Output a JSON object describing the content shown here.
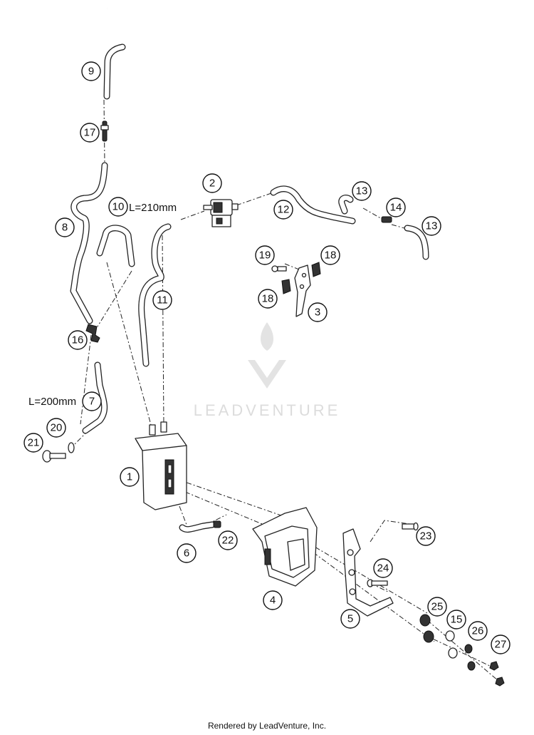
{
  "callouts": {
    "c1": "1",
    "c2": "2",
    "c3": "3",
    "c4": "4",
    "c5": "5",
    "c6": "6",
    "c7": "7",
    "c8": "8",
    "c9": "9",
    "c10": "10",
    "c11": "11",
    "c12": "12",
    "c13a": "13",
    "c13b": "13",
    "c14": "14",
    "c15": "15",
    "c16": "16",
    "c17": "17",
    "c18a": "18",
    "c18b": "18",
    "c19": "19",
    "c20": "20",
    "c21": "21",
    "c22": "22",
    "c23": "23",
    "c24": "24",
    "c25": "25",
    "c26": "26",
    "c27": "27"
  },
  "annotations": {
    "hose_10_length": "L=210mm",
    "hose_7_length": "L=200mm"
  },
  "watermark": {
    "brand": "LEADVENTURE",
    "icon": "flame-v-logo"
  },
  "footer": {
    "text": "Rendered by LeadVenture, Inc."
  }
}
